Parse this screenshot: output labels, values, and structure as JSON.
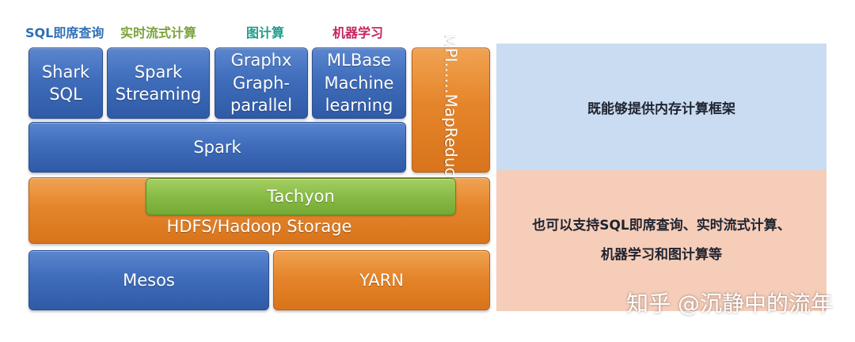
{
  "categories": {
    "sql": {
      "label": "SQL即席查询",
      "color": "#2f6fb5"
    },
    "streaming": {
      "label": "实时流式计算",
      "color": "#7aa238"
    },
    "graph": {
      "label": "图计算",
      "color": "#1f9b8a"
    },
    "ml": {
      "label": "机器学习",
      "color": "#c5245f"
    }
  },
  "stack": {
    "shark": [
      "Shark",
      "SQL"
    ],
    "streaming": [
      "Spark",
      "Streaming"
    ],
    "graphx": [
      "Graphx",
      "Graph-",
      "parallel"
    ],
    "mlbase": [
      "MLBase",
      "Machine",
      "learning"
    ],
    "mpi": "MPI……MapReduce",
    "spark": "Spark",
    "tachyon": "Tachyon",
    "hdfs": "HDFS/Hadoop Storage",
    "mesos": "Mesos",
    "yarn": "YARN"
  },
  "panels": {
    "top": "既能够提供内存计算框架",
    "bottom_line1": "也可以支持SQL即席查询、实时流式计算、",
    "bottom_line2": "机器学习和图计算等"
  },
  "watermark": "知乎 @沉静中的流年",
  "colors": {
    "blue": "#3f6dbb",
    "orange": "#e5852b",
    "green": "#88bb45",
    "panel_blue": "#c9dcf1",
    "panel_peach": "#f6cdb9"
  }
}
